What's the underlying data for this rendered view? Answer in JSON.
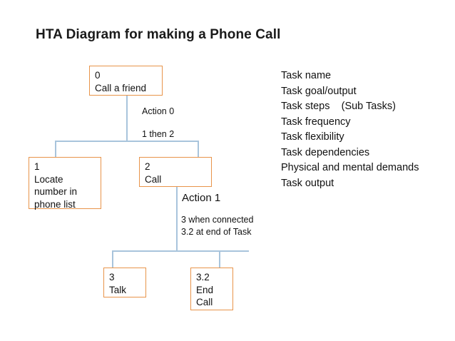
{
  "slide": {
    "title": "HTA Diagram for making a Phone Call",
    "background_color": "#FFFFFF",
    "box_border_color": "#E8944A",
    "connector_color": "#A8C4DC",
    "text_color": "#111111"
  },
  "tree": {
    "nodes": [
      {
        "id": "0",
        "number": "0",
        "lines": [
          "0",
          "Call a friend"
        ]
      },
      {
        "id": "1",
        "number": "1",
        "lines": [
          "1",
          "Locate",
          "number in",
          "phone list"
        ]
      },
      {
        "id": "2",
        "number": "2",
        "lines": [
          "2",
          "Call"
        ]
      },
      {
        "id": "3",
        "number": "3",
        "lines": [
          "3",
          "Talk"
        ]
      },
      {
        "id": "3.2",
        "number": "3.2",
        "lines": [
          "3.2",
          "End",
          "Call"
        ]
      }
    ],
    "annotations": [
      {
        "id": "action-0",
        "label": "Action  0",
        "detail_lines": [
          "1 then 2"
        ]
      },
      {
        "id": "action-1",
        "label": "Action  1",
        "detail_lines": [
          "3 when connected",
          "3.2  at end of Task"
        ]
      }
    ]
  },
  "attributes": {
    "items": [
      "Task name",
      "Task goal/output",
      "Task steps    (Sub Tasks)",
      "Task frequency",
      "Task flexibility",
      "Task dependencies",
      "Physical and mental demands",
      "Task output"
    ]
  }
}
